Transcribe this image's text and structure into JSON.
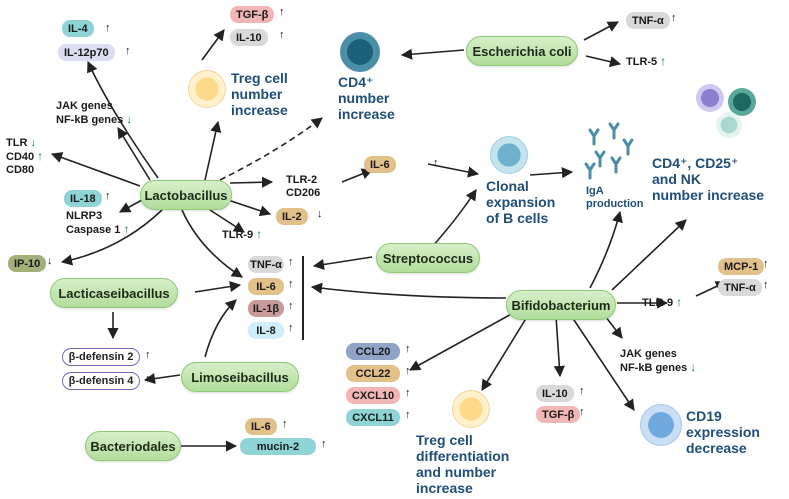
{
  "bacteria": {
    "lactobacillus": "Lactobacillus",
    "lacticaseibacillus": "Lacticaseibacillus",
    "limosilactobacillus": "Limoseibacillus",
    "bacteriodales": "Bacteriodales",
    "streptococcus": "Streptococcus",
    "bifidobacterium": "Bifidobacterium",
    "ecoli": "Escherichia coli"
  },
  "pills": {
    "il4": "IL-4",
    "il12p70": "IL-12p70",
    "tgfb_top": "TGF-β",
    "il10_top": "IL-10",
    "tnfa_ecoli": "TNF-α",
    "il18": "IL-18",
    "ip10": "IP-10",
    "il6_lacto": "IL-6",
    "il2": "IL-2",
    "tnfa_center": "TNF-α",
    "il6_center": "IL-6",
    "il1b_center": "IL-1β",
    "il8_center": "IL-8",
    "bdef2": "β-defensin 2",
    "bdef4": "β-defensin 4",
    "il6_bact": "IL-6",
    "mucin2": "mucin-2",
    "mcp1": "MCP-1",
    "tnfa_bifido": "TNF-α",
    "ccl20": "CCL20",
    "ccl22": "CCL22",
    "cxcl10": "CXCL10",
    "cxcl11": "CXCL11",
    "il10_bifido": "IL-10",
    "tgfb_bifido": "TGF-β"
  },
  "labels": {
    "jak_nfkb_lacto": [
      "JAK genes",
      "NF-kB genes"
    ],
    "tlr_cd": [
      "TLR",
      "CD40",
      "CD80"
    ],
    "nlrp3": [
      "NLRP3",
      "Caspase 1"
    ],
    "tlr9_lacto": "TLR-9",
    "tlr2": [
      "TLR-2",
      "CD206"
    ],
    "tlr5": "TLR-5",
    "tlr9_bifido": "TLR-9",
    "jak_nfkb_bifido": [
      "JAK genes",
      "NF-kB genes"
    ],
    "iga": [
      "IgA",
      "production"
    ]
  },
  "outcomes": {
    "treg_increase": [
      "Treg cell",
      "number",
      "increase"
    ],
    "cd4": [
      "CD4⁺",
      "number",
      "increase"
    ],
    "clonal": [
      "Clonal",
      "expansion",
      "of B cells"
    ],
    "cd4_cd25": [
      "CD4⁺, CD25⁺",
      "and NK",
      "number increase"
    ],
    "treg_diff": [
      "Treg cell",
      "differentiation",
      "and number",
      "increase"
    ],
    "cd19": [
      "CD19",
      "expression",
      "decrease"
    ]
  },
  "symbols": {
    "up": "↑",
    "down": "↓"
  },
  "colors": {
    "bacteria_fill": "#c4e6b2",
    "teal": "#8ed3d6",
    "lavender": "#dcdcf2",
    "pink": "#f2b6b6",
    "gray": "#d9d9d9",
    "tan": "#e2c08a",
    "olive": "#a3b07a",
    "lightblue": "#cdeefa",
    "slate": "#8fa3c6",
    "outcome_text": "#1f4e79",
    "arrow_up": "#1a7a4a"
  }
}
